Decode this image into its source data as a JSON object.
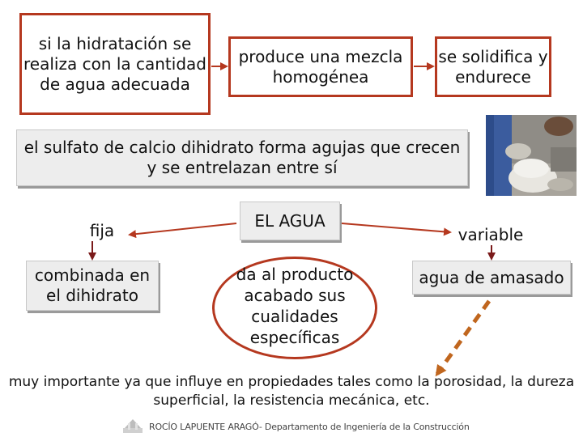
{
  "colors": {
    "accent": "#b5381f",
    "arrow_dark": "#7a1a1a",
    "dashed_arrow": "#c0661e",
    "grey_box": "#ededed"
  },
  "flow": {
    "step1": "si la hidratación se realiza con la cantidad de agua adecuada",
    "step2": "produce una mezcla homogénea",
    "step3": "se solidifica y endurece"
  },
  "sulfato": "el sulfato de calcio dihidrato forma agujas que crecen y se entrelazan entre sí",
  "center": {
    "title": "EL AGUA",
    "quality": "da al producto acabado sus cualidades específicas"
  },
  "left_branch": {
    "label": "fija",
    "box": "combinada en el dihidrato"
  },
  "right_branch": {
    "label": "variable",
    "box": "agua de amasado"
  },
  "note": "muy importante ya que influye en propiedades tales como la porosidad, la dureza superficial, la resistencia mecánica, etc.",
  "footer": "ROCÍO LAPUENTE ARAGÓ- Departamento de Ingeniería de la Construcción",
  "photo": {
    "icon": "construction-photo"
  },
  "footer_logo": {
    "icon": "university-logo-icon"
  }
}
